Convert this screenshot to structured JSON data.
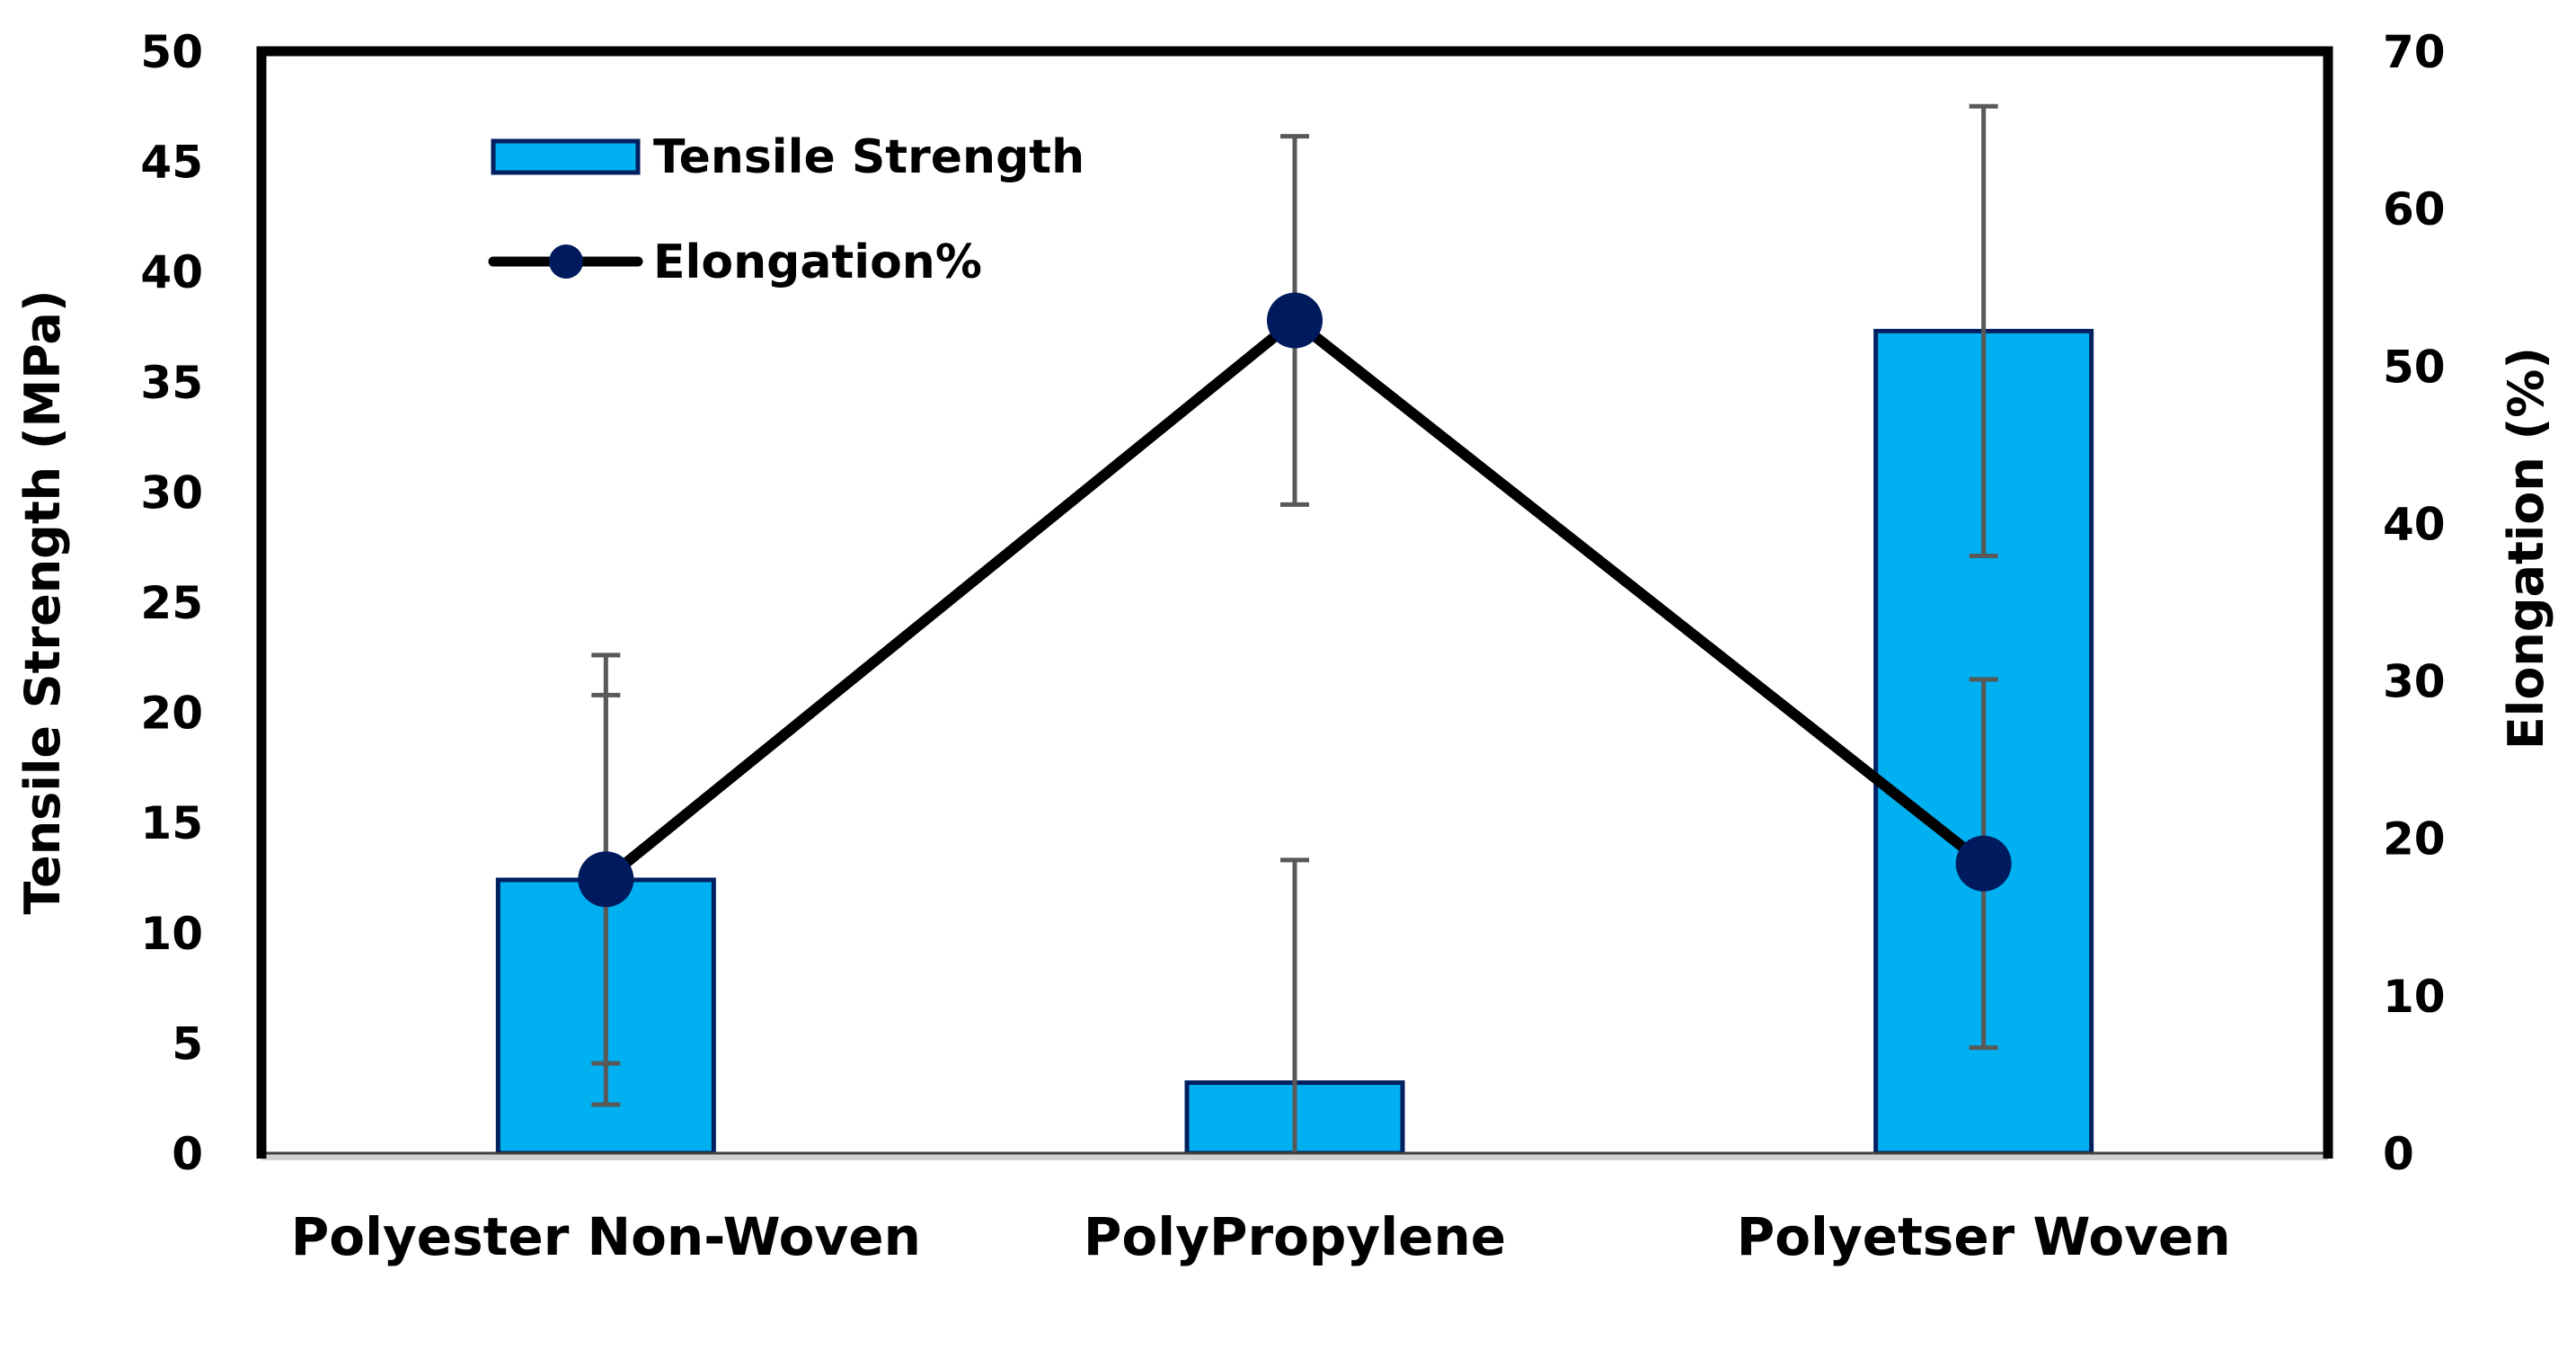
{
  "chart_data": {
    "type": "bar",
    "categories": [
      "Polyester Non-Woven",
      "PolyPropylene",
      "Polyetser Woven"
    ],
    "ylabel": "Tensile Strength (MPa)",
    "y2label": "Elongation (%)",
    "ylim": [
      0,
      50
    ],
    "y2lim": [
      0,
      70
    ],
    "yticks": [
      "0",
      "5",
      "10",
      "15",
      "20",
      "25",
      "30",
      "35",
      "40",
      "45",
      "50"
    ],
    "y2ticks": [
      "0",
      "10",
      "20",
      "30",
      "40",
      "50",
      "60",
      "70"
    ],
    "grid": false,
    "legend_position": "top-left",
    "series": [
      {
        "name": "Tensile Strength",
        "type": "bar",
        "axis": "left",
        "values": [
          12.4,
          3.2,
          37.3
        ],
        "error": [
          10.2,
          10.1,
          10.2
        ],
        "color": "#00B0F0",
        "edge_color": "#002060"
      },
      {
        "name": "Elongation%",
        "type": "line",
        "axis": "right",
        "values": [
          17.4,
          52.9,
          18.4
        ],
        "error": [
          11.7,
          11.7,
          11.7
        ],
        "color": "#000000",
        "marker_color": "#001A5E"
      }
    ],
    "error_bar_color": "#595959"
  }
}
